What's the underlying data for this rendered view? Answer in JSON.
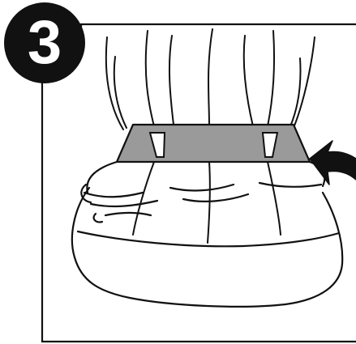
{
  "step": {
    "number": "3"
  },
  "colors": {
    "ink": "#111111",
    "band_fill": "#9a9a9a",
    "badge_fill": "#111111",
    "background": "#ffffff"
  },
  "illustration": {
    "subject": "curtain-gathered-in-band",
    "icons": [
      "curtain-pleats",
      "gathering-band",
      "band-tabs",
      "cushion-base",
      "direction-arrow"
    ]
  }
}
